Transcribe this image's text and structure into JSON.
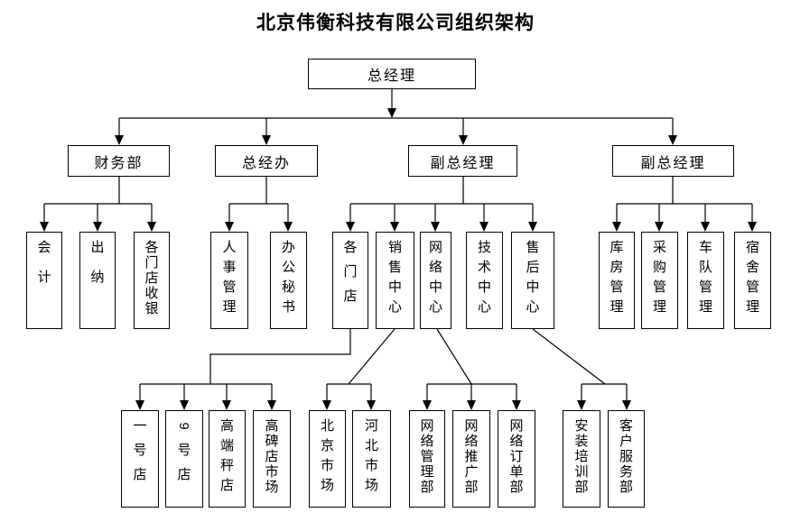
{
  "title": "北京伟衡科技有限公司组织架构",
  "org": {
    "root": {
      "label": "总经理"
    },
    "level2": [
      {
        "label": "财务部"
      },
      {
        "label": "总经办"
      },
      {
        "label": "副总经理"
      },
      {
        "label": "副总经理"
      }
    ],
    "l3": {
      "finance": [
        {
          "label": "会计"
        },
        {
          "label": "出纳"
        },
        {
          "label": "各门店收银"
        }
      ],
      "office": [
        {
          "label": "人事管理"
        },
        {
          "label": "办公秘书"
        }
      ],
      "deputy1": [
        {
          "label": "各门店"
        },
        {
          "label": "销售中心"
        },
        {
          "label": "网络中心"
        },
        {
          "label": "技术中心"
        },
        {
          "label": "售后中心"
        }
      ],
      "deputy2": [
        {
          "label": "库房管理"
        },
        {
          "label": "采购管理"
        },
        {
          "label": "车队管理"
        },
        {
          "label": "宿舍管理"
        }
      ]
    },
    "l4": {
      "stores": [
        {
          "label": "一号店"
        },
        {
          "label": "9号店"
        },
        {
          "label": "高端秤店"
        },
        {
          "label": "高碑店市场"
        }
      ],
      "sales": [
        {
          "label": "北京市场"
        },
        {
          "label": "河北市场"
        }
      ],
      "network": [
        {
          "label": "网络管理部"
        },
        {
          "label": "网络推广部"
        },
        {
          "label": "网络订单部"
        }
      ],
      "after_sales": [
        {
          "label": "安装培训部"
        },
        {
          "label": "客户服务部"
        }
      ]
    }
  },
  "colors": {
    "line": "#000000",
    "box_border": "#000000",
    "background": "#ffffff",
    "text": "#000000"
  }
}
